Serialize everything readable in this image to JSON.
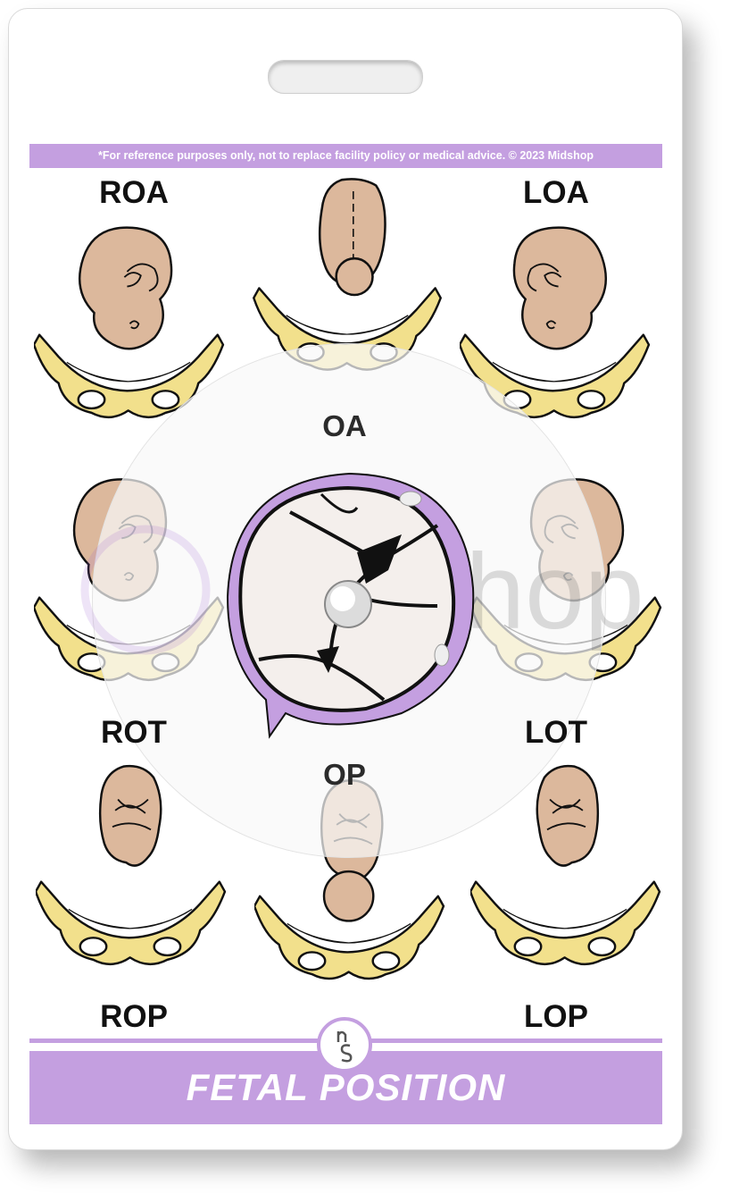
{
  "disclaimer": "*For reference purposes only, not to replace facility policy or medical advice. © 2023 Midshop",
  "positions": {
    "roa": "ROA",
    "loa": "LOA",
    "rot": "ROT",
    "lot": "LOT",
    "rop": "ROP",
    "lop": "LOP"
  },
  "wheel": {
    "oa": "OA",
    "op": "OP"
  },
  "watermark": "midshop",
  "title": "FETAL POSITION",
  "colors": {
    "accent": "#c49fe0",
    "skin": "#dcb89c",
    "pelvis": "#f2e08c",
    "pelvis_inner": "#e9b36a"
  }
}
